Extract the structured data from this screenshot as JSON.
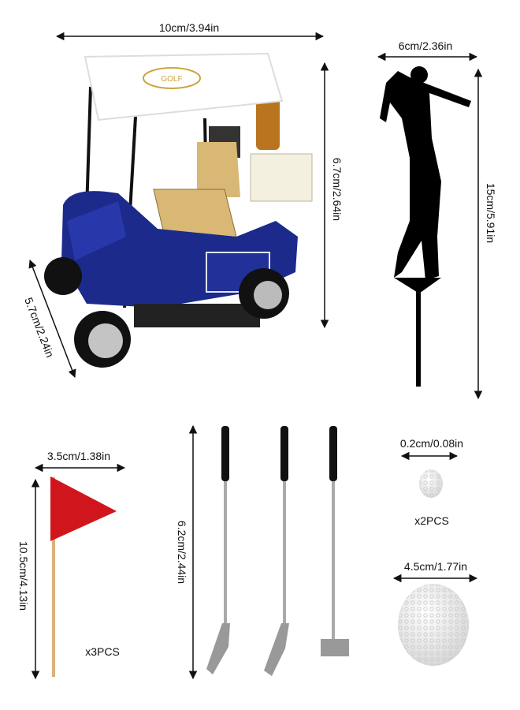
{
  "cart": {
    "width": "10cm/3.94in",
    "height": "6.7cm/2.64in",
    "depth": "5.7cm/2.24in",
    "logo": "GOLF"
  },
  "golfer": {
    "width": "6cm/2.36in",
    "height": "15cm/5.91in"
  },
  "flag": {
    "width": "3.5cm/1.38in",
    "height": "10.5cm/4.13in",
    "quantity": "x3PCS"
  },
  "clubs": {
    "height": "6.2cm/2.44in"
  },
  "small_ball": {
    "width": "0.2cm/0.08in",
    "quantity": "x2PCS"
  },
  "big_ball": {
    "width": "4.5cm/1.77in"
  },
  "colors": {
    "cart_blue": "#1c2a8c",
    "flag_red": "#d0161c",
    "seat_tan": "#d9b774",
    "canopy_logo": "#c9a53a"
  }
}
